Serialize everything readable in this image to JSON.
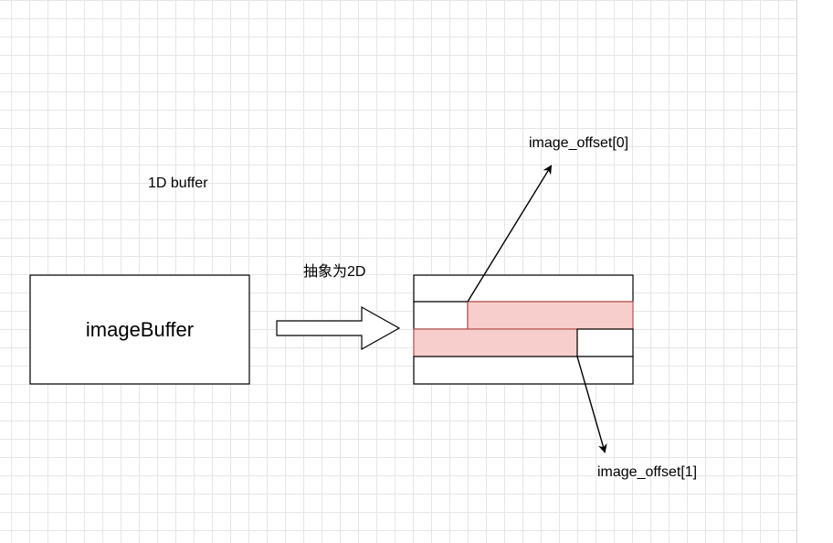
{
  "diagram": {
    "buffer_caption": "1D buffer",
    "image_buffer_label": "imageBuffer",
    "transform_label": "抽象为2D",
    "offset0_label": "image_offset[0]",
    "offset1_label": "image_offset[1]"
  },
  "colors": {
    "grid_line": "#e6e6e6",
    "grid_major": "#d4d4d4",
    "stroke": "#000000",
    "highlight_fill": "#f8cecc",
    "highlight_stroke": "#b85450"
  }
}
